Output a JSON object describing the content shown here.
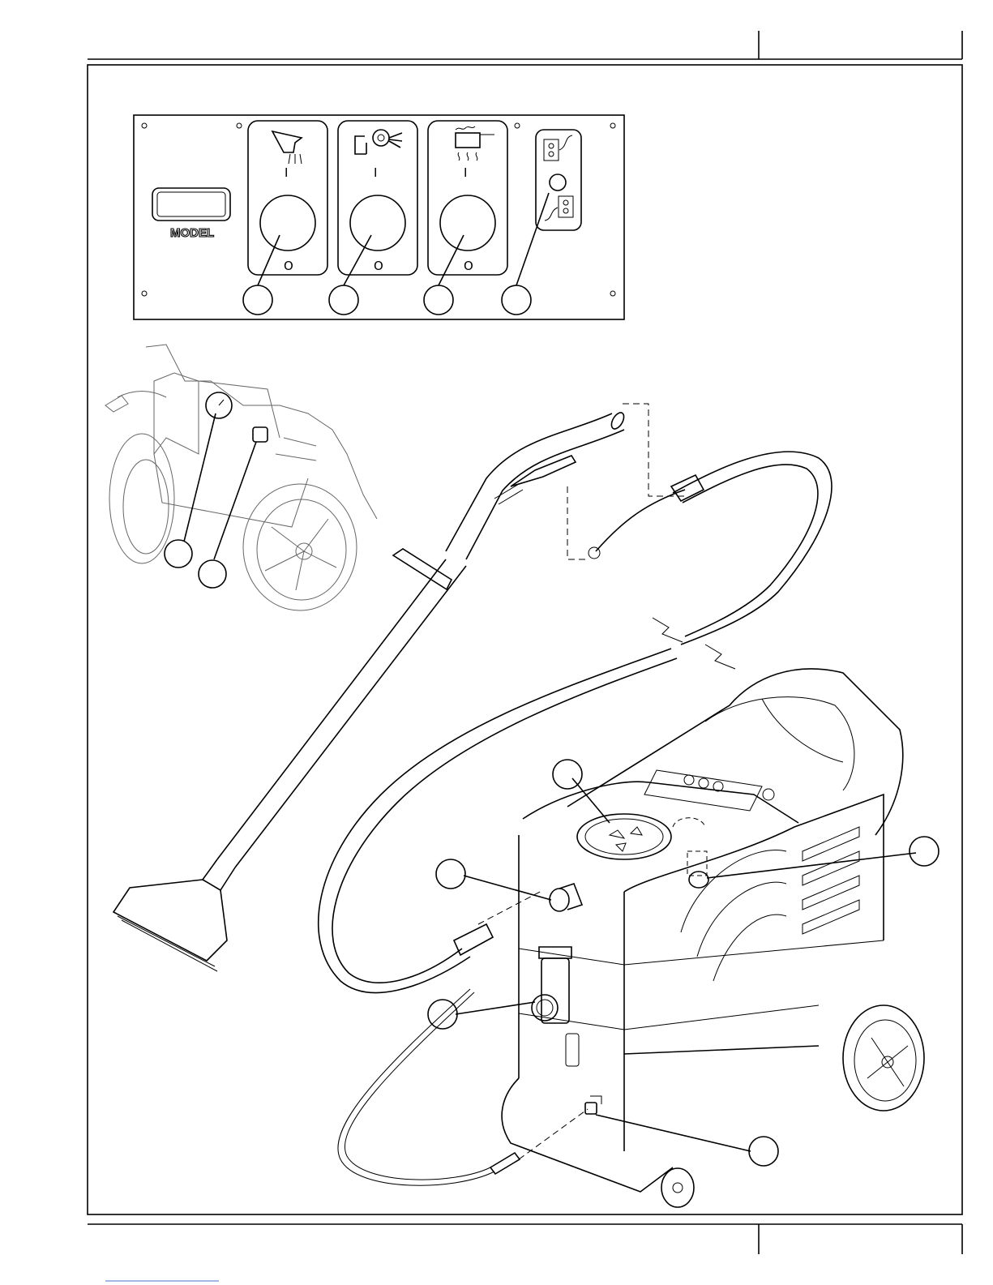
{
  "control_panel": {
    "model_label": "MODEL",
    "on_symbol": "I",
    "off_symbol": "O",
    "icons": [
      "wand-spray-icon",
      "pump-motor-icon",
      "heater-icon",
      "power-outlets-icon"
    ]
  },
  "callouts": {
    "panel": [
      "",
      "",
      "",
      ""
    ],
    "gauge_side": [
      "",
      ""
    ],
    "machine": [
      "",
      "",
      "",
      "",
      ""
    ]
  },
  "footer": {
    "link_text": ""
  }
}
